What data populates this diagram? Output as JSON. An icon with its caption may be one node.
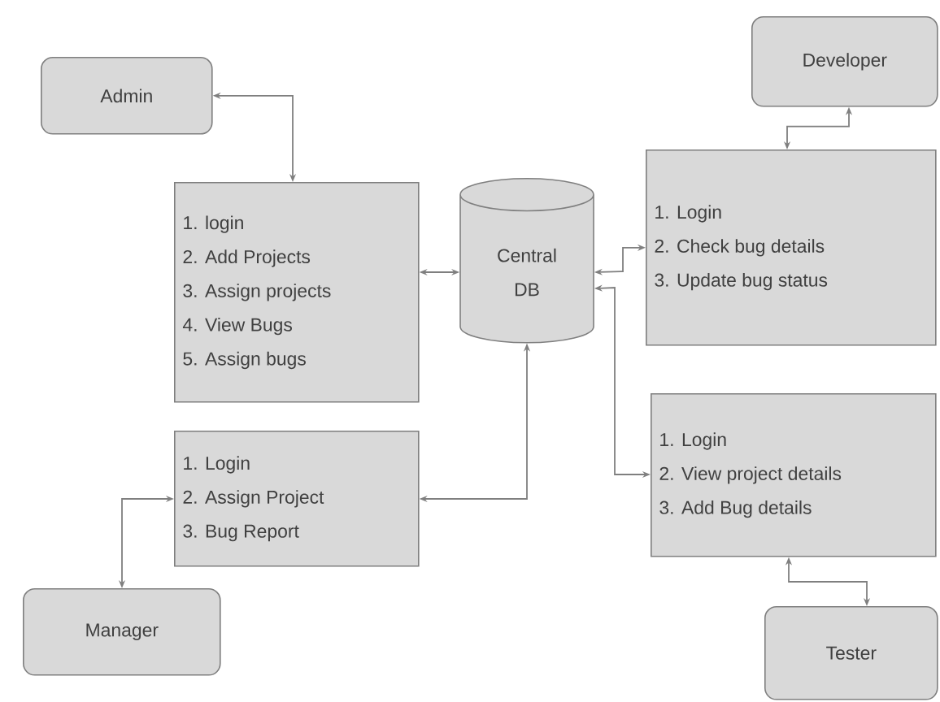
{
  "diagram": {
    "nodes": [
      {
        "text": [
          "Admin"
        ]
      },
      {
        "text": [
          "1. login",
          "2. Add Projects",
          "3. Assign projects",
          "4. View Bugs",
          "5. Assign bugs"
        ]
      },
      {
        "text": [
          "Central DB"
        ]
      },
      {
        "text": [
          "Developer"
        ]
      },
      {
        "text": [
          "1. Login",
          "2. Check bug details",
          "3. Update bug status"
        ]
      },
      {
        "text": [
          "1. Login",
          "2. Assign Project",
          "3. Bug Report"
        ]
      },
      {
        "text": [
          "1. Login",
          "2. View project details",
          "3. Add Bug details"
        ]
      },
      {
        "text": [
          "Manager"
        ]
      },
      {
        "text": [
          "Tester"
        ]
      }
    ],
    "edges": [
      {
        "from": 0,
        "to": 1,
        "arrow": "both"
      },
      {
        "from": 1,
        "to": 2,
        "arrow": "both"
      },
      {
        "from": 2,
        "to": 4,
        "arrow": "both"
      },
      {
        "from": 3,
        "to": 4,
        "arrow": "both"
      },
      {
        "from": 2,
        "to": 5,
        "arrow": "both"
      },
      {
        "from": 2,
        "to": 6,
        "arrow": "both"
      },
      {
        "from": 7,
        "to": 5,
        "arrow": "both"
      },
      {
        "from": 8,
        "to": 6,
        "arrow": "both"
      }
    ]
  }
}
